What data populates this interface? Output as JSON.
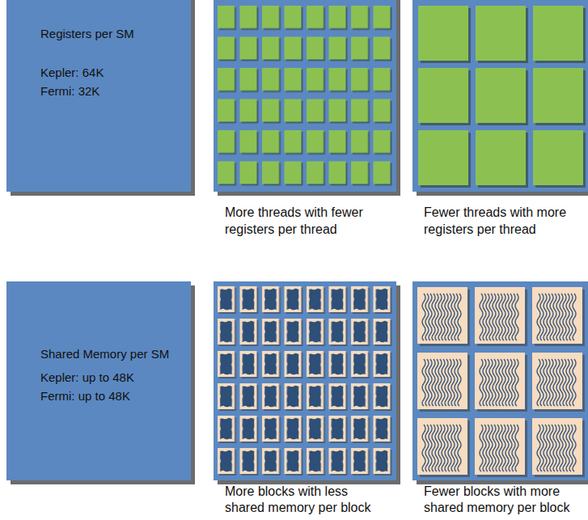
{
  "diagram": {
    "nodes": [
      {
        "text": [
          "Registers per SM",
          "Kepler: 64K",
          "Fermi: 32K"
        ]
      },
      {
        "text": [
          "More threads with fewer registers per thread"
        ]
      },
      {
        "text": [
          "Fewer threads with more registers per thread"
        ]
      },
      {
        "text": [
          "Shared Memory per SM",
          "Kepler: up to 48K",
          "Fermi: up to 48K"
        ]
      },
      {
        "text": [
          "More blocks with less shared memory per block"
        ]
      },
      {
        "text": [
          "Fewer blocks with more shared memory per block"
        ]
      }
    ]
  }
}
